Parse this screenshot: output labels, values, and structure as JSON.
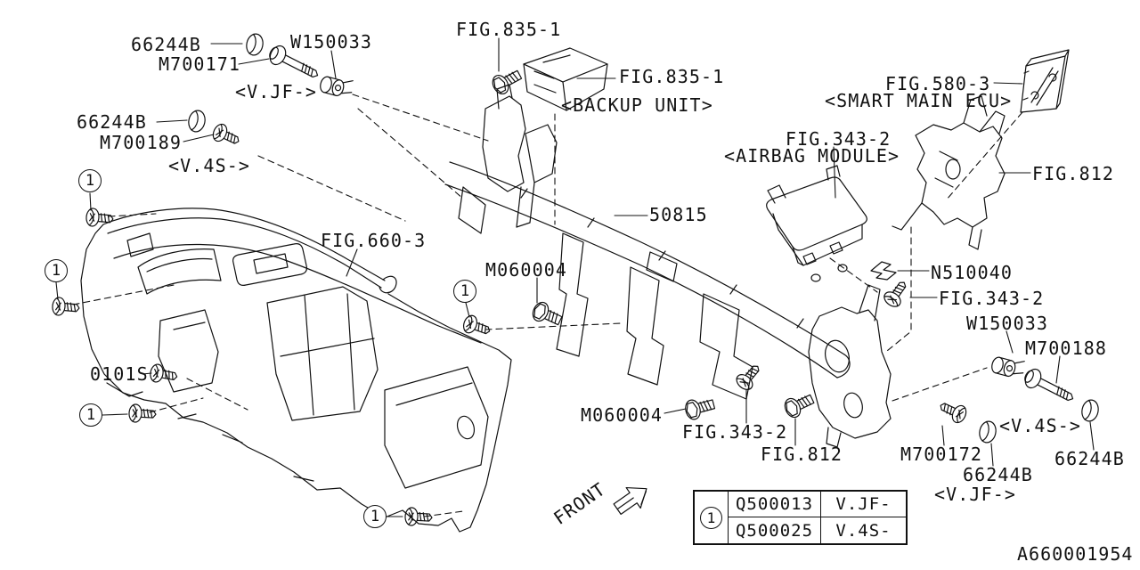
{
  "diagram": {
    "drawing_number": "A660001954",
    "front_label": "FRONT",
    "callout_number": "1",
    "line_color": "#111111",
    "background_color": "#ffffff"
  },
  "part_labels": {
    "grommet_66244b": "66244B",
    "clip_w150033": "W150033",
    "bolt_m700171": "M700171",
    "variant_vjf": "<V.JF->",
    "screw_m700189": "M700189",
    "variant_v4s": "<V.4S->",
    "fig_835_1": "FIG.835-1",
    "backup_unit_caption": "<BACKUP UNIT>",
    "fig_580_3": "FIG.580-3",
    "smart_main_ecu_caption": "<SMART MAIN ECU>",
    "fig_343_2": "FIG.343-2",
    "airbag_module_caption": "<AIRBAG MODULE>",
    "fig_812": "FIG.812",
    "beam_50815": "50815",
    "fig_660_3": "FIG.660-3",
    "bolt_m060004": "M060004",
    "clip_n510040": "N510040",
    "bolt_m700188": "M700188",
    "screw_0101s": "0101S",
    "screw_m700172": "M700172"
  },
  "legend_table": {
    "callout": "1",
    "rows": [
      {
        "part_no": "Q500013",
        "applicability": "V.JF-"
      },
      {
        "part_no": "Q500025",
        "applicability": "V.4S-"
      }
    ]
  }
}
